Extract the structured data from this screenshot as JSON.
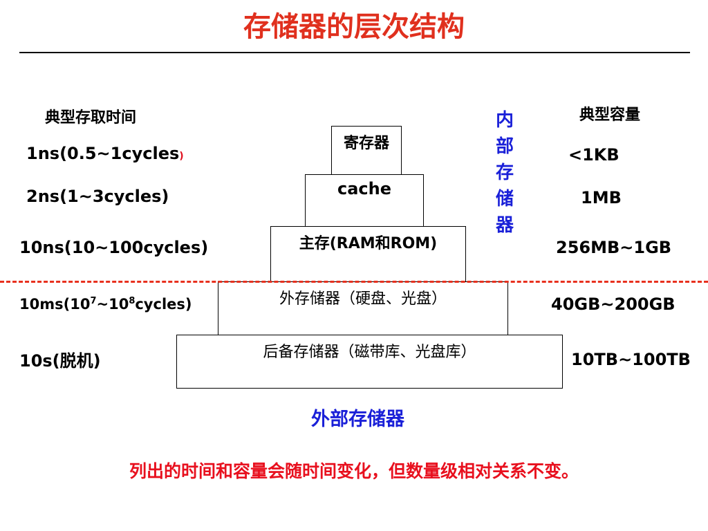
{
  "title": "存储器的层次结构",
  "headers": {
    "access_time": "典型存取时间",
    "capacity": "典型容量"
  },
  "levels": [
    {
      "name": "寄存器",
      "time": "1ns(0.5~1cycles",
      "time_suffix": ")",
      "capacity": "<1KB"
    },
    {
      "name": "cache",
      "time": "2ns(1~3cycles)",
      "capacity": "1MB"
    },
    {
      "name": "主存(RAM和ROM)",
      "time": "10ns(10~100cycles)",
      "capacity": "256MB~1GB"
    },
    {
      "name": "外存储器（硬盘、光盘）",
      "time_parts": [
        "10ms(10",
        "7",
        "~10",
        "8",
        "cycles)"
      ],
      "capacity": "40GB~200GB"
    },
    {
      "name": "后备存储器（磁带库、光盘库）",
      "time": "10s(脱机)",
      "capacity": "10TB~100TB"
    }
  ],
  "labels": {
    "internal": "内部存储器",
    "external": "外部存储器"
  },
  "note": "列出的时间和容量会随时间变化，但数量级相对关系不变。",
  "colors": {
    "title": "#e0301e",
    "label_blue": "#1a20d8",
    "note_red": "#e8101e",
    "divider": "#e8301e"
  }
}
